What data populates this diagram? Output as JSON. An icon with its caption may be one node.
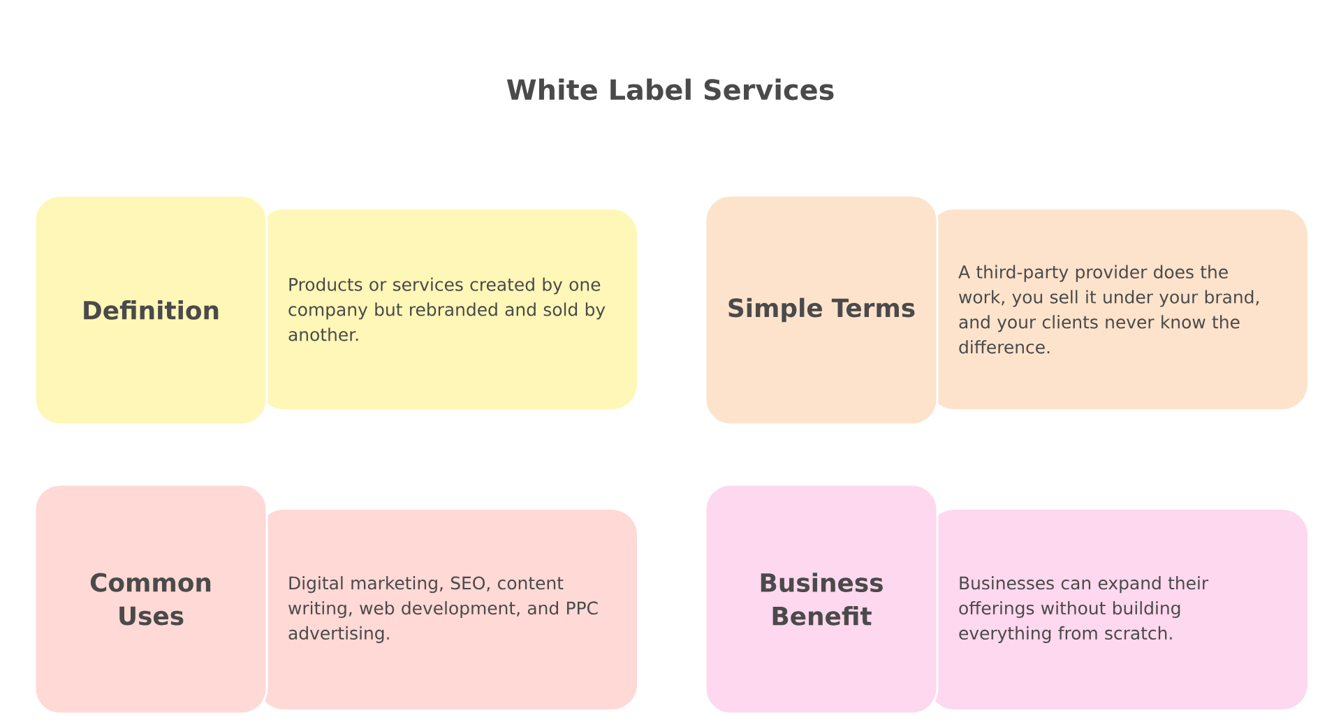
{
  "diagram": {
    "title": "White Label Services",
    "nodes": [
      {
        "text": [
          "Definition"
        ]
      },
      {
        "text": [
          "Products or services created by one company but rebranded and sold by another."
        ]
      },
      {
        "text": [
          "Simple Terms"
        ]
      },
      {
        "text": [
          "A third-party provider does the work, you sell it under your brand, and your clients never know the difference."
        ]
      },
      {
        "text": [
          "Common Uses"
        ]
      },
      {
        "text": [
          "Digital marketing, SEO, content writing, web development, and PPC advertising."
        ]
      },
      {
        "text": [
          "Business Benefit"
        ]
      },
      {
        "text": [
          "Businesses can expand their offerings without building everything from scratch."
        ]
      }
    ]
  }
}
